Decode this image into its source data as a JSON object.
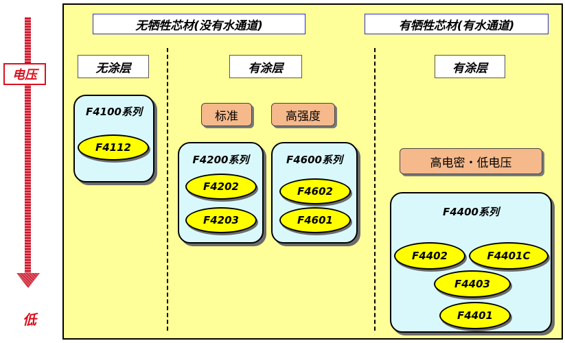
{
  "axis": {
    "high_label": "电压",
    "low_label": "低"
  },
  "headers": {
    "left": "无牺牲芯材(没有水通道)",
    "right": "有牺牲芯材(有水通道)"
  },
  "columns": {
    "col1": "无涂层",
    "col2": "有涂层",
    "col3": "有涂层"
  },
  "categories": {
    "standard": "标准",
    "high_strength": "高强度",
    "high_density_low_voltage": "高电密・低电压"
  },
  "series": {
    "f4100": {
      "title": "F4100系列",
      "items": [
        "F4112"
      ]
    },
    "f4200": {
      "title": "F4200系列",
      "items": [
        "F4202",
        "F4203"
      ]
    },
    "f4600": {
      "title": "F4600系列",
      "items": [
        "F4602",
        "F4601"
      ]
    },
    "f4400": {
      "title": "F4400系列",
      "items": [
        "F4402",
        "F4401C",
        "F4403",
        "F4401"
      ]
    }
  },
  "colors": {
    "panel_bg": "#ffff99",
    "series_bg": "#d9f8fb",
    "item_bg": "#ffff00",
    "pill_bg": "#f5b98c",
    "axis_red": "#d9101e"
  }
}
